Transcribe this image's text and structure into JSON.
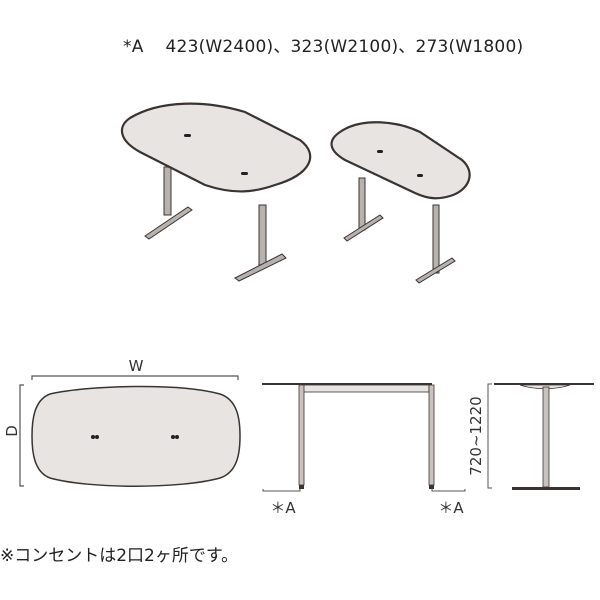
{
  "header": {
    "a_key": "*A",
    "a_values": "423(W2400)、323(W2100)、273(W1800)"
  },
  "iso_views": [
    {
      "name": "large-table",
      "cable_ports": 2
    },
    {
      "name": "small-table",
      "cable_ports": 2
    }
  ],
  "plan_view": {
    "width_label": "W",
    "depth_label": "D"
  },
  "front_view": {
    "left_offset_label": "＊A",
    "right_offset_label": "＊A"
  },
  "side_view": {
    "height_label": "720~1220"
  },
  "footer": {
    "note": "※コンセントは2口2ヶ所です。"
  },
  "colors": {
    "top_fill": "#e8e4e2",
    "outline": "#3a3332",
    "leg": "#8a8480"
  }
}
